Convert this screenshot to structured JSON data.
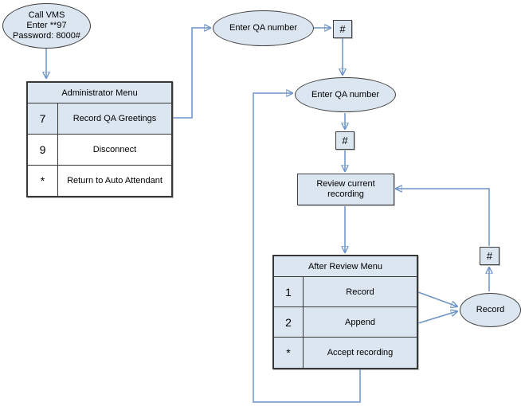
{
  "colors": {
    "node_fill": "#dce6f1",
    "node_border": "#404040",
    "connector": "#6b93c6",
    "arrowhead": "#4070ae"
  },
  "start_ellipse": {
    "lines": [
      "Call VMS",
      "Enter **97",
      "Password: 8000#"
    ]
  },
  "ellipses": {
    "enter_qa_1": "Enter QA number",
    "enter_qa_2": "Enter QA number",
    "record": "Record"
  },
  "hash_keys": [
    "#",
    "#",
    "#"
  ],
  "review_box": {
    "label": "Review current recording"
  },
  "admin_menu": {
    "title": "Administrator Menu",
    "rows": [
      {
        "key": "7",
        "label": "Record QA Greetings"
      },
      {
        "key": "9",
        "label": "Disconnect"
      },
      {
        "key": "*",
        "label": "Return to Auto Attendant"
      }
    ]
  },
  "after_review_menu": {
    "title": "After Review Menu",
    "rows": [
      {
        "key": "1",
        "label": "Record"
      },
      {
        "key": "2",
        "label": "Append"
      },
      {
        "key": "*",
        "label": "Accept recording"
      }
    ]
  }
}
